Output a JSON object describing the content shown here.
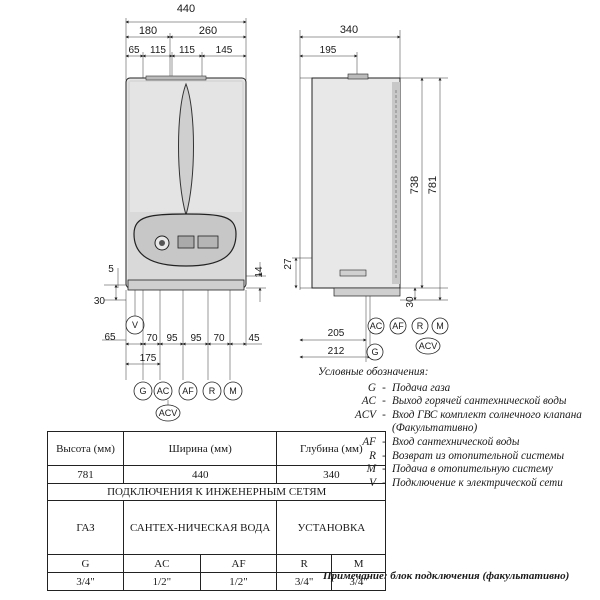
{
  "front_view": {
    "overall_width": "440",
    "top_dims": [
      "180",
      "260"
    ],
    "sub_dims": [
      "65",
      "115",
      "115",
      "145"
    ],
    "left_dims": [
      "5",
      "30",
      "65"
    ],
    "right_dim": "14",
    "bottom_dims": [
      "70",
      "95",
      "95",
      "70",
      "45"
    ],
    "bottom_dim_2": "175",
    "connectors": [
      "G",
      "AC",
      "AF",
      "R",
      "M"
    ],
    "connector_v": "V",
    "connector_acv": "ACV"
  },
  "side_view": {
    "depth": "340",
    "top_offset": "195",
    "height_total": "781",
    "height_body": "738",
    "left_dim": "27",
    "right_dim": "30",
    "bottom_dims": [
      "205",
      "212"
    ],
    "connectors": [
      "AC",
      "AF",
      "R",
      "M"
    ],
    "connector_acv": "ACV",
    "connector_g": "G"
  },
  "legend": {
    "title": "Условные обозначения:",
    "items": [
      {
        "key": "G",
        "text": "Подача газа"
      },
      {
        "key": "AC",
        "text": "Выход горячей сантехнической воды"
      },
      {
        "key": "ACV",
        "text": "Вход ГВС комплект солнечного клапана (Факультативно)"
      },
      {
        "key": "AF",
        "text": "Вход сантехнической воды"
      },
      {
        "key": "R",
        "text": "Возврат из отопительной системы"
      },
      {
        "key": "M",
        "text": "Подача в отопительную систему"
      },
      {
        "key": "V",
        "text": "Подключение к электрической сети"
      }
    ],
    "note": "Примечание: блок подключения (факультативно)"
  },
  "spec_table": {
    "headers": [
      "Высота (мм)",
      "Ширина (мм)",
      "Глубина (мм)"
    ],
    "values": [
      "781",
      "440",
      "340"
    ],
    "connections_title": "ПОДКЛЮЧЕНИЯ К ИНЖЕНЕРНЫМ СЕТЯМ",
    "groups": [
      "ГАЗ",
      "САНТЕХ-НИЧЕСКАЯ ВОДА",
      "УСТАНОВКА"
    ],
    "codes": [
      "G",
      "AC",
      "AF",
      "R",
      "M"
    ],
    "sizes": [
      "3/4\"",
      "1/2\"",
      "1/2\"",
      "3/4\"",
      "3/4\""
    ]
  }
}
